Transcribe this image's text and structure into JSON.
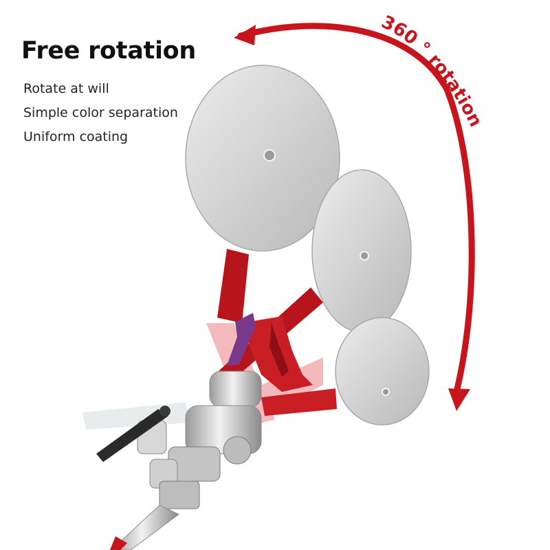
{
  "headline": {
    "title": "Free rotation",
    "features": [
      "Rotate at will",
      "Simple color separation",
      "Uniform coating"
    ]
  },
  "rotation_callout": {
    "label": "360 ° rotation",
    "arrow_color": "#c8141c"
  },
  "product": {
    "disc_color": "#cfcfcf",
    "arm_color": "#b8141c",
    "trigger_guard_color": "#c81e24",
    "trigger_color": "#7a3a8c",
    "handle_color": "#2a2a2a",
    "body_color": "#c9c9c9"
  }
}
